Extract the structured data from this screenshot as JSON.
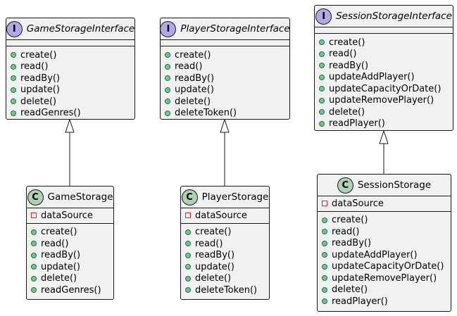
{
  "interfaces": [
    {
      "badge": "I",
      "name": "GameStorageInterface",
      "methods": [
        "create()",
        "read()",
        "readBy()",
        "update()",
        "delete()",
        "readGenres()"
      ]
    },
    {
      "badge": "I",
      "name": "PlayerStorageInterface",
      "methods": [
        "create()",
        "read()",
        "readBy()",
        "update()",
        "delete()",
        "deleteToken()"
      ]
    },
    {
      "badge": "I",
      "name": "SessionStorageInterface",
      "methods": [
        "create()",
        "read()",
        "readBy()",
        "updateAddPlayer()",
        "updateCapacityOrDate()",
        "updateRemovePlayer()",
        "delete()",
        "readPlayer()"
      ]
    }
  ],
  "classes": [
    {
      "badge": "C",
      "name": "GameStorage",
      "fields": [
        "dataSource"
      ],
      "methods": [
        "create()",
        "read()",
        "readBy()",
        "update()",
        "delete()",
        "readGenres()"
      ]
    },
    {
      "badge": "C",
      "name": "PlayerStorage",
      "fields": [
        "dataSource"
      ],
      "methods": [
        "create()",
        "read()",
        "readBy()",
        "update()",
        "delete()",
        "deleteToken()"
      ]
    },
    {
      "badge": "C",
      "name": "SessionStorage",
      "fields": [
        "dataSource"
      ],
      "methods": [
        "create()",
        "read()",
        "readBy()",
        "updateAddPlayer()",
        "updateCapacityOrDate()",
        "updateRemovePlayer()",
        "delete()",
        "readPlayer()"
      ]
    }
  ],
  "colors": {
    "interface_badge": "#b4a7e5",
    "class_badge": "#add1b2",
    "public_marker": "#84be84",
    "private_marker": "#c82930",
    "box_fill": "#f1f1f1"
  }
}
